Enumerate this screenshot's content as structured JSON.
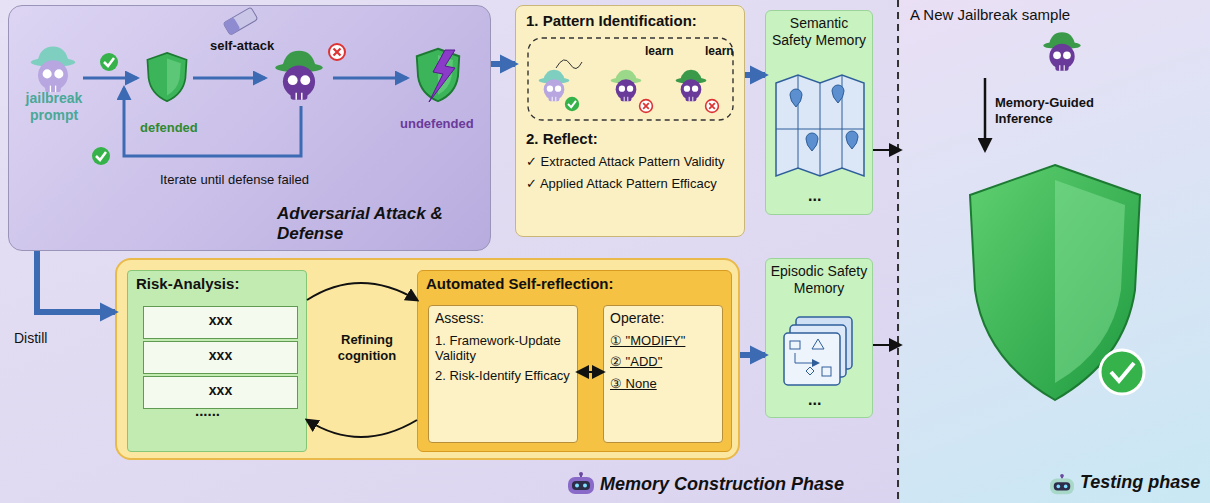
{
  "diagram": {
    "nodes": [
      {
        "text": [
          "Adversarial Attack & Defense"
        ]
      },
      {
        "text": [
          "1. Pattern Identification:",
          "2. Reflect:",
          "✓ Extracted Attack Pattern Validity",
          "✓ Applied Attack Pattern Efficacy"
        ]
      },
      {
        "text": [
          "Semantic Safety Memory"
        ]
      },
      {
        "text": [
          "A New Jailbreak sample",
          "Testing phase"
        ]
      },
      {
        "text": [
          "Refining cognition"
        ]
      },
      {
        "text": [
          "Risk-Analysis:"
        ],
        "in": 4
      },
      {
        "text": [
          "xxx"
        ],
        "in": 5
      },
      {
        "text": [
          "xxx"
        ],
        "in": 5
      },
      {
        "text": [
          "xxx"
        ],
        "in": 5
      },
      {
        "text": [
          "Automated Self-reflection:"
        ],
        "in": 4
      },
      {
        "text": [
          "Assess:",
          "1. Framework-Update Validity",
          "2. Risk-Identify Efficacy"
        ],
        "in": 9
      },
      {
        "text": [
          "Operate:",
          "① \"MODIFY\"",
          "② \"ADD\"",
          "③ None"
        ],
        "in": 9
      },
      {
        "text": [
          "Episodic Safety Memory"
        ]
      }
    ],
    "edges": [
      {
        "from": 0,
        "to": 1,
        "arrow": "to"
      },
      {
        "from": 1,
        "to": 2,
        "arrow": "to"
      },
      {
        "from": 2,
        "to": 3,
        "arrow": "to"
      },
      {
        "from": 0,
        "to": 4,
        "arrow": "to"
      },
      {
        "from": 5,
        "to": 9,
        "arrow": "to"
      },
      {
        "from": 9,
        "to": 5,
        "arrow": "to"
      },
      {
        "from": 10,
        "to": 11,
        "arrow": "both"
      },
      {
        "from": 4,
        "to": 12,
        "arrow": "to"
      },
      {
        "from": 12,
        "to": 3,
        "arrow": "to"
      }
    ],
    "labels": [
      "jailbreak prompt",
      "defended",
      "self-attack",
      "undefended",
      "Iterate until defense failed",
      "learn",
      "learn",
      "Distill",
      "......",
      "...",
      "...",
      "Memory-Guided Inference",
      "Memory Construction Phase"
    ]
  }
}
